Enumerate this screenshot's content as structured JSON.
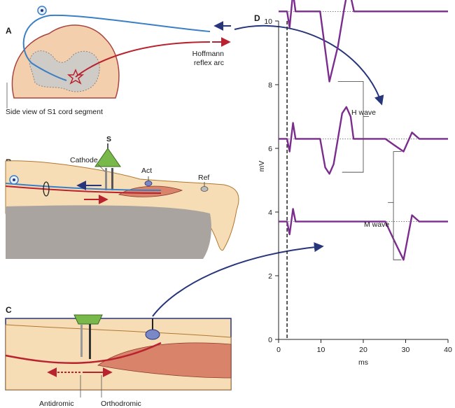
{
  "panels": {
    "a": {
      "letter": "A",
      "caption": "Side view of S1 cord segment",
      "arc_label_line1": "Hoffmann",
      "arc_label_line2": "reflex arc"
    },
    "b": {
      "letter": "B",
      "stim_label": "S",
      "cathode_label": "Cathode",
      "active_label": "Act",
      "reference_label": "Ref"
    },
    "c": {
      "letter": "C",
      "antidromic_label": "Antidromic",
      "orthodromic_label": "Orthodromic"
    },
    "d": {
      "letter": "D",
      "h_wave_label": "H wave",
      "m_wave_label": "M wave"
    }
  },
  "colors": {
    "trace": "#7b2d8e",
    "sensory_nerve": "#3b7fc4",
    "motor_nerve": "#b8232f",
    "axis": "#222222",
    "stimulator": "#79b84a",
    "skin": "#f6ddb6",
    "cord_gray": "#cfcbc6",
    "arrow_navy": "#27357a"
  },
  "chart_data": {
    "type": "line",
    "title": "",
    "xlabel": "ms",
    "ylabel": "mV",
    "x_ticks": [
      0,
      10,
      20,
      30,
      40
    ],
    "y_ticks": [
      2,
      4,
      6,
      8,
      10,
      0
    ],
    "stimulus_time_ms": 2,
    "series": [
      {
        "points": [
          [
            0,
            10.3
          ],
          [
            2,
            10.3
          ],
          [
            2.6,
            9.8
          ],
          [
            3.4,
            10.9
          ],
          [
            4,
            10.3
          ],
          [
            9.8,
            10.3
          ],
          [
            12,
            8.1
          ],
          [
            14,
            9.2
          ],
          [
            15.5,
            10.4
          ],
          [
            16.5,
            11.1
          ],
          [
            17.8,
            10.3
          ],
          [
            40,
            10.3
          ]
        ]
      },
      {
        "points": [
          [
            0,
            6.3
          ],
          [
            2,
            6.3
          ],
          [
            2.6,
            5.9
          ],
          [
            3.4,
            6.8
          ],
          [
            4,
            6.3
          ],
          [
            9.8,
            6.3
          ],
          [
            11,
            5.4
          ],
          [
            12,
            5.2
          ],
          [
            13,
            5.5
          ],
          [
            14,
            6.3
          ],
          [
            15,
            7.1
          ],
          [
            16,
            7.3
          ],
          [
            17,
            7.0
          ],
          [
            17.7,
            6.3
          ],
          [
            25.2,
            6.3
          ],
          [
            27.3,
            6.1
          ],
          [
            29.5,
            5.9
          ],
          [
            31.5,
            6.5
          ],
          [
            33.2,
            6.3
          ],
          [
            40,
            6.3
          ]
        ]
      },
      {
        "points": [
          [
            0,
            3.7
          ],
          [
            2,
            3.7
          ],
          [
            2.6,
            3.3
          ],
          [
            3.4,
            4.1
          ],
          [
            4,
            3.7
          ],
          [
            25.2,
            3.7
          ],
          [
            27.3,
            3.1
          ],
          [
            29.5,
            2.5
          ],
          [
            31.5,
            3.9
          ],
          [
            33.2,
            3.7
          ],
          [
            40,
            3.7
          ]
        ]
      }
    ],
    "xlim": [
      0,
      40
    ],
    "ylim": [
      0,
      10
    ]
  }
}
